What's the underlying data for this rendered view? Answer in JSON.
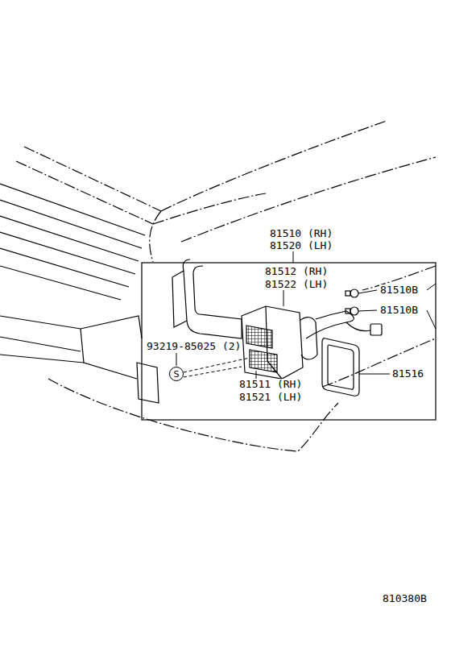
{
  "diagram": {
    "nodes": [
      {
        "text": [
          "S"
        ]
      }
    ],
    "labels": [
      "81510 (RH)",
      "81520 (LH)",
      "81512 (RH)",
      "81522 (LH)",
      "81510B",
      "81510B",
      "93219-85025 (2)",
      "81511 (RH)",
      "81521 (LH)",
      "81516",
      "810380B"
    ]
  }
}
